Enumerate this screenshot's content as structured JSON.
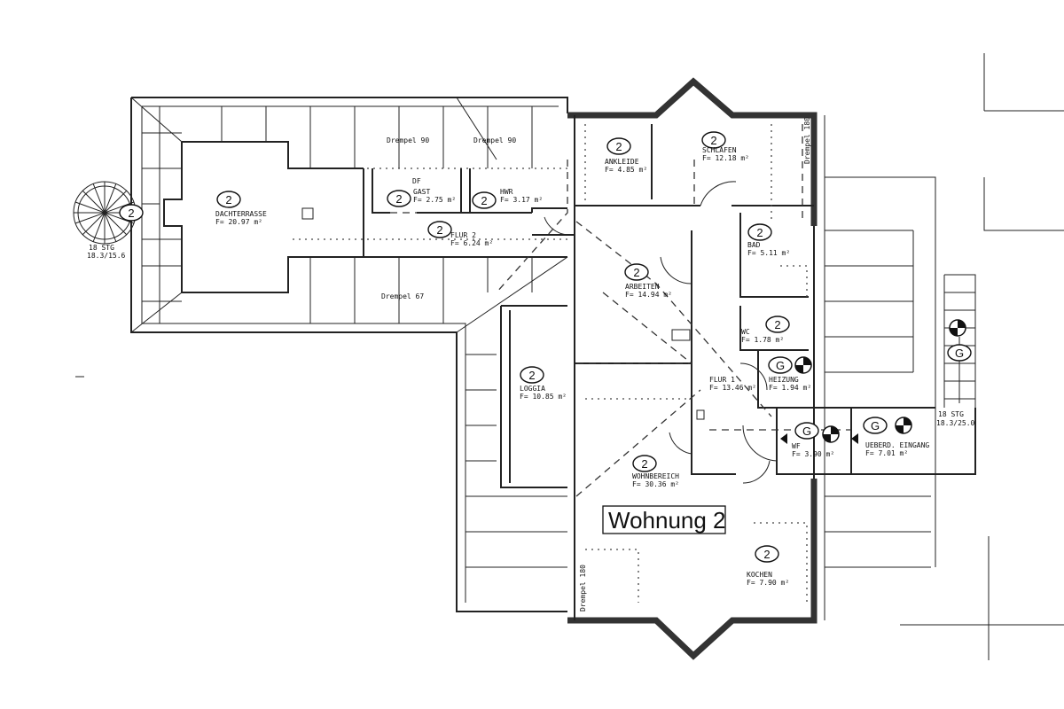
{
  "plan": {
    "title": "Wohnung 2",
    "rooms": [
      {
        "id": "dachterrasse",
        "marker": "2",
        "name": "DACHTERRASSE",
        "area": "F= 20.97 m²"
      },
      {
        "id": "gast",
        "marker": "2",
        "name": "GAST",
        "area": "F= 2.75 m²"
      },
      {
        "id": "hwr",
        "marker": "2",
        "name": "HWR",
        "area": "F= 3.17 m²"
      },
      {
        "id": "flur2",
        "marker": "2",
        "name": "FLUR 2",
        "area": "F= 6.24 m²"
      },
      {
        "id": "ankleide",
        "marker": "2",
        "name": "ANKLEIDE",
        "area": "F= 4.85 m²"
      },
      {
        "id": "schlafen",
        "marker": "2",
        "name": "SCHLAFEN",
        "area": "F= 12.18 m²"
      },
      {
        "id": "bad",
        "marker": "2",
        "name": "BAD",
        "area": "F= 5.11 m²"
      },
      {
        "id": "arbeiten",
        "marker": "2",
        "name": "ARBEITEN",
        "area": "F= 14.94 m²"
      },
      {
        "id": "wc",
        "marker": "2",
        "name": "WC",
        "area": "F= 1.78 m²"
      },
      {
        "id": "heizung",
        "marker": "G",
        "name": "HEIZUNG",
        "area": "F= 1.94 m²"
      },
      {
        "id": "flur1",
        "marker": "",
        "name": "FLUR 1",
        "area": "F= 13.46 m²"
      },
      {
        "id": "loggia",
        "marker": "2",
        "name": "LOGGIA",
        "area": "F= 10.85 m²"
      },
      {
        "id": "wohnbereich",
        "marker": "2",
        "name": "WOHNBEREICH",
        "area": "F= 30.36 m²"
      },
      {
        "id": "kochen",
        "marker": "2",
        "name": "KOCHEN",
        "area": "F= 7.90 m²"
      },
      {
        "id": "wf",
        "marker": "G",
        "name": "WF",
        "area": "F= 3.90 m²"
      },
      {
        "id": "eingang",
        "marker": "G",
        "name": "UEBERD. EINGANG",
        "area": "F= 7.01 m²"
      }
    ],
    "stairs": [
      {
        "marker": "2",
        "steps": "18 STG",
        "dims": "18.3/15.6"
      },
      {
        "marker": "G",
        "steps": "18 STG",
        "dims": "18.3/25.0"
      }
    ],
    "annotations": {
      "drempel_90_a": "Drempel 90",
      "drempel_90_b": "Drempel 90",
      "drempel_67": "Drempel 67",
      "drempel_180_a": "Drempel 180",
      "drempel_180_b": "Drempel 180",
      "df": "DF"
    }
  }
}
